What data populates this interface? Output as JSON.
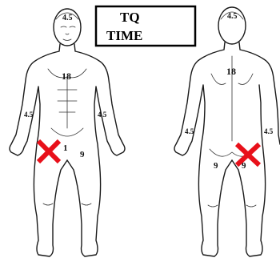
{
  "box": {
    "line1": "TQ",
    "line2": "TIME"
  },
  "anterior": {
    "head": "4.5",
    "torso": "18",
    "left_arm": "4.5",
    "right_arm": "4.5",
    "groin": "1",
    "left_leg": "9"
  },
  "posterior": {
    "head": "4.5",
    "torso": "18",
    "left_arm": "4.5",
    "right_arm": "4.5",
    "left_leg": "9",
    "right_leg": "9"
  },
  "colors": {
    "marker": "#e8101a",
    "ink": "#1a1a1a"
  }
}
